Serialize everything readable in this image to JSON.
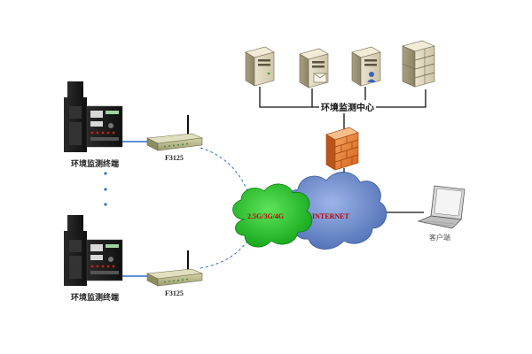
{
  "labels": {
    "terminal_top": "环境监测终端",
    "terminal_bottom": "环境监测终端",
    "router_top": "F3125",
    "router_bottom": "F3125",
    "center": "环境监测中心",
    "client": "客户端",
    "mobile_cloud": "2.5G/3G/4G",
    "internet_cloud": "INTERNET"
  },
  "colors": {
    "mobile_cloud": "#22c22a",
    "internet_cloud": "#6b8ccc",
    "firewall": "#e8792a",
    "link_line": "#2a6fc9",
    "router": "#b9b98a"
  },
  "icons": {
    "server": "server-tower-icon",
    "firewall": "firewall-icon",
    "laptop": "laptop-icon",
    "router": "router-icon",
    "instrument": "monitoring-instrument-icon"
  }
}
